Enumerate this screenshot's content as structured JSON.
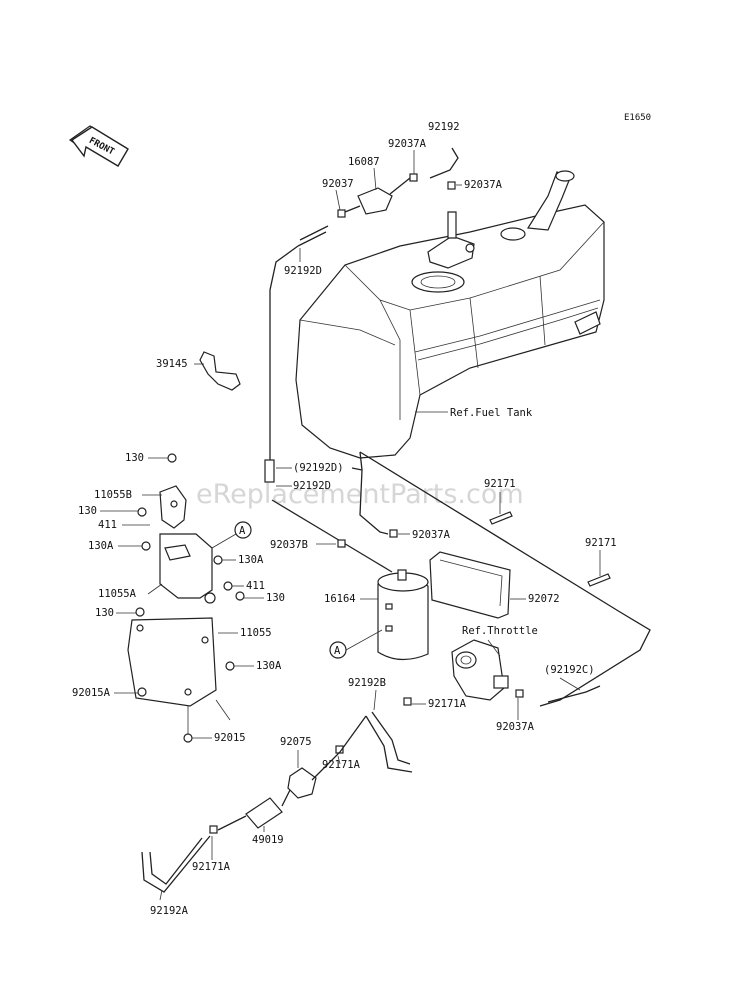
{
  "diagram": {
    "code": "E1650",
    "front_label": "FRONT",
    "watermark": "eReplacementParts.com",
    "callout_letter": "A",
    "references": {
      "fuel_tank": "Ref.Fuel Tank",
      "throttle": "Ref.Throttle"
    },
    "parts": [
      "92192",
      "92037A",
      "16087",
      "92037",
      "92037A",
      "92192D",
      "39145",
      "130",
      "(92192D)",
      "92192D",
      "92171",
      "11055B",
      "130",
      "411",
      "130A",
      "130A",
      "92037B",
      "92037A",
      "92171",
      "11055A",
      "411",
      "130",
      "16164",
      "92072",
      "130",
      "11055",
      "Ref.Throttle",
      "130A",
      "(92192C)",
      "92015A",
      "92192B",
      "92171A",
      "92037A",
      "92075",
      "92015",
      "92171A",
      "49019",
      "92171A",
      "92192A"
    ]
  }
}
